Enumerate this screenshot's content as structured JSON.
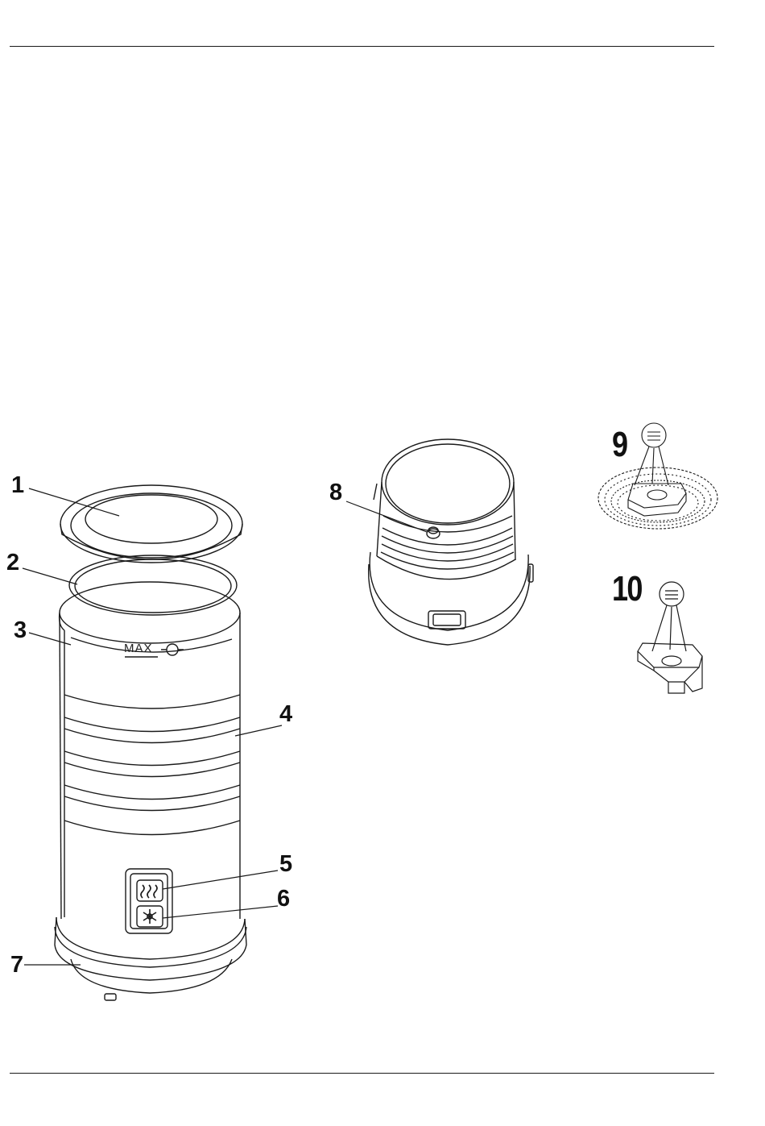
{
  "callouts": {
    "c1": "1",
    "c2": "2",
    "c3": "3",
    "c4": "4",
    "c5": "5",
    "c6": "6",
    "c7": "7",
    "c8": "8",
    "c9": "9",
    "c10": "10"
  },
  "jug": {
    "max_mark": "MAX"
  },
  "icons": {
    "heat_button": "heat-wave-icon",
    "cold_button": "snowflake-icon"
  },
  "colors": {
    "line": "#1a1a1a",
    "paper": "#ffffff"
  }
}
